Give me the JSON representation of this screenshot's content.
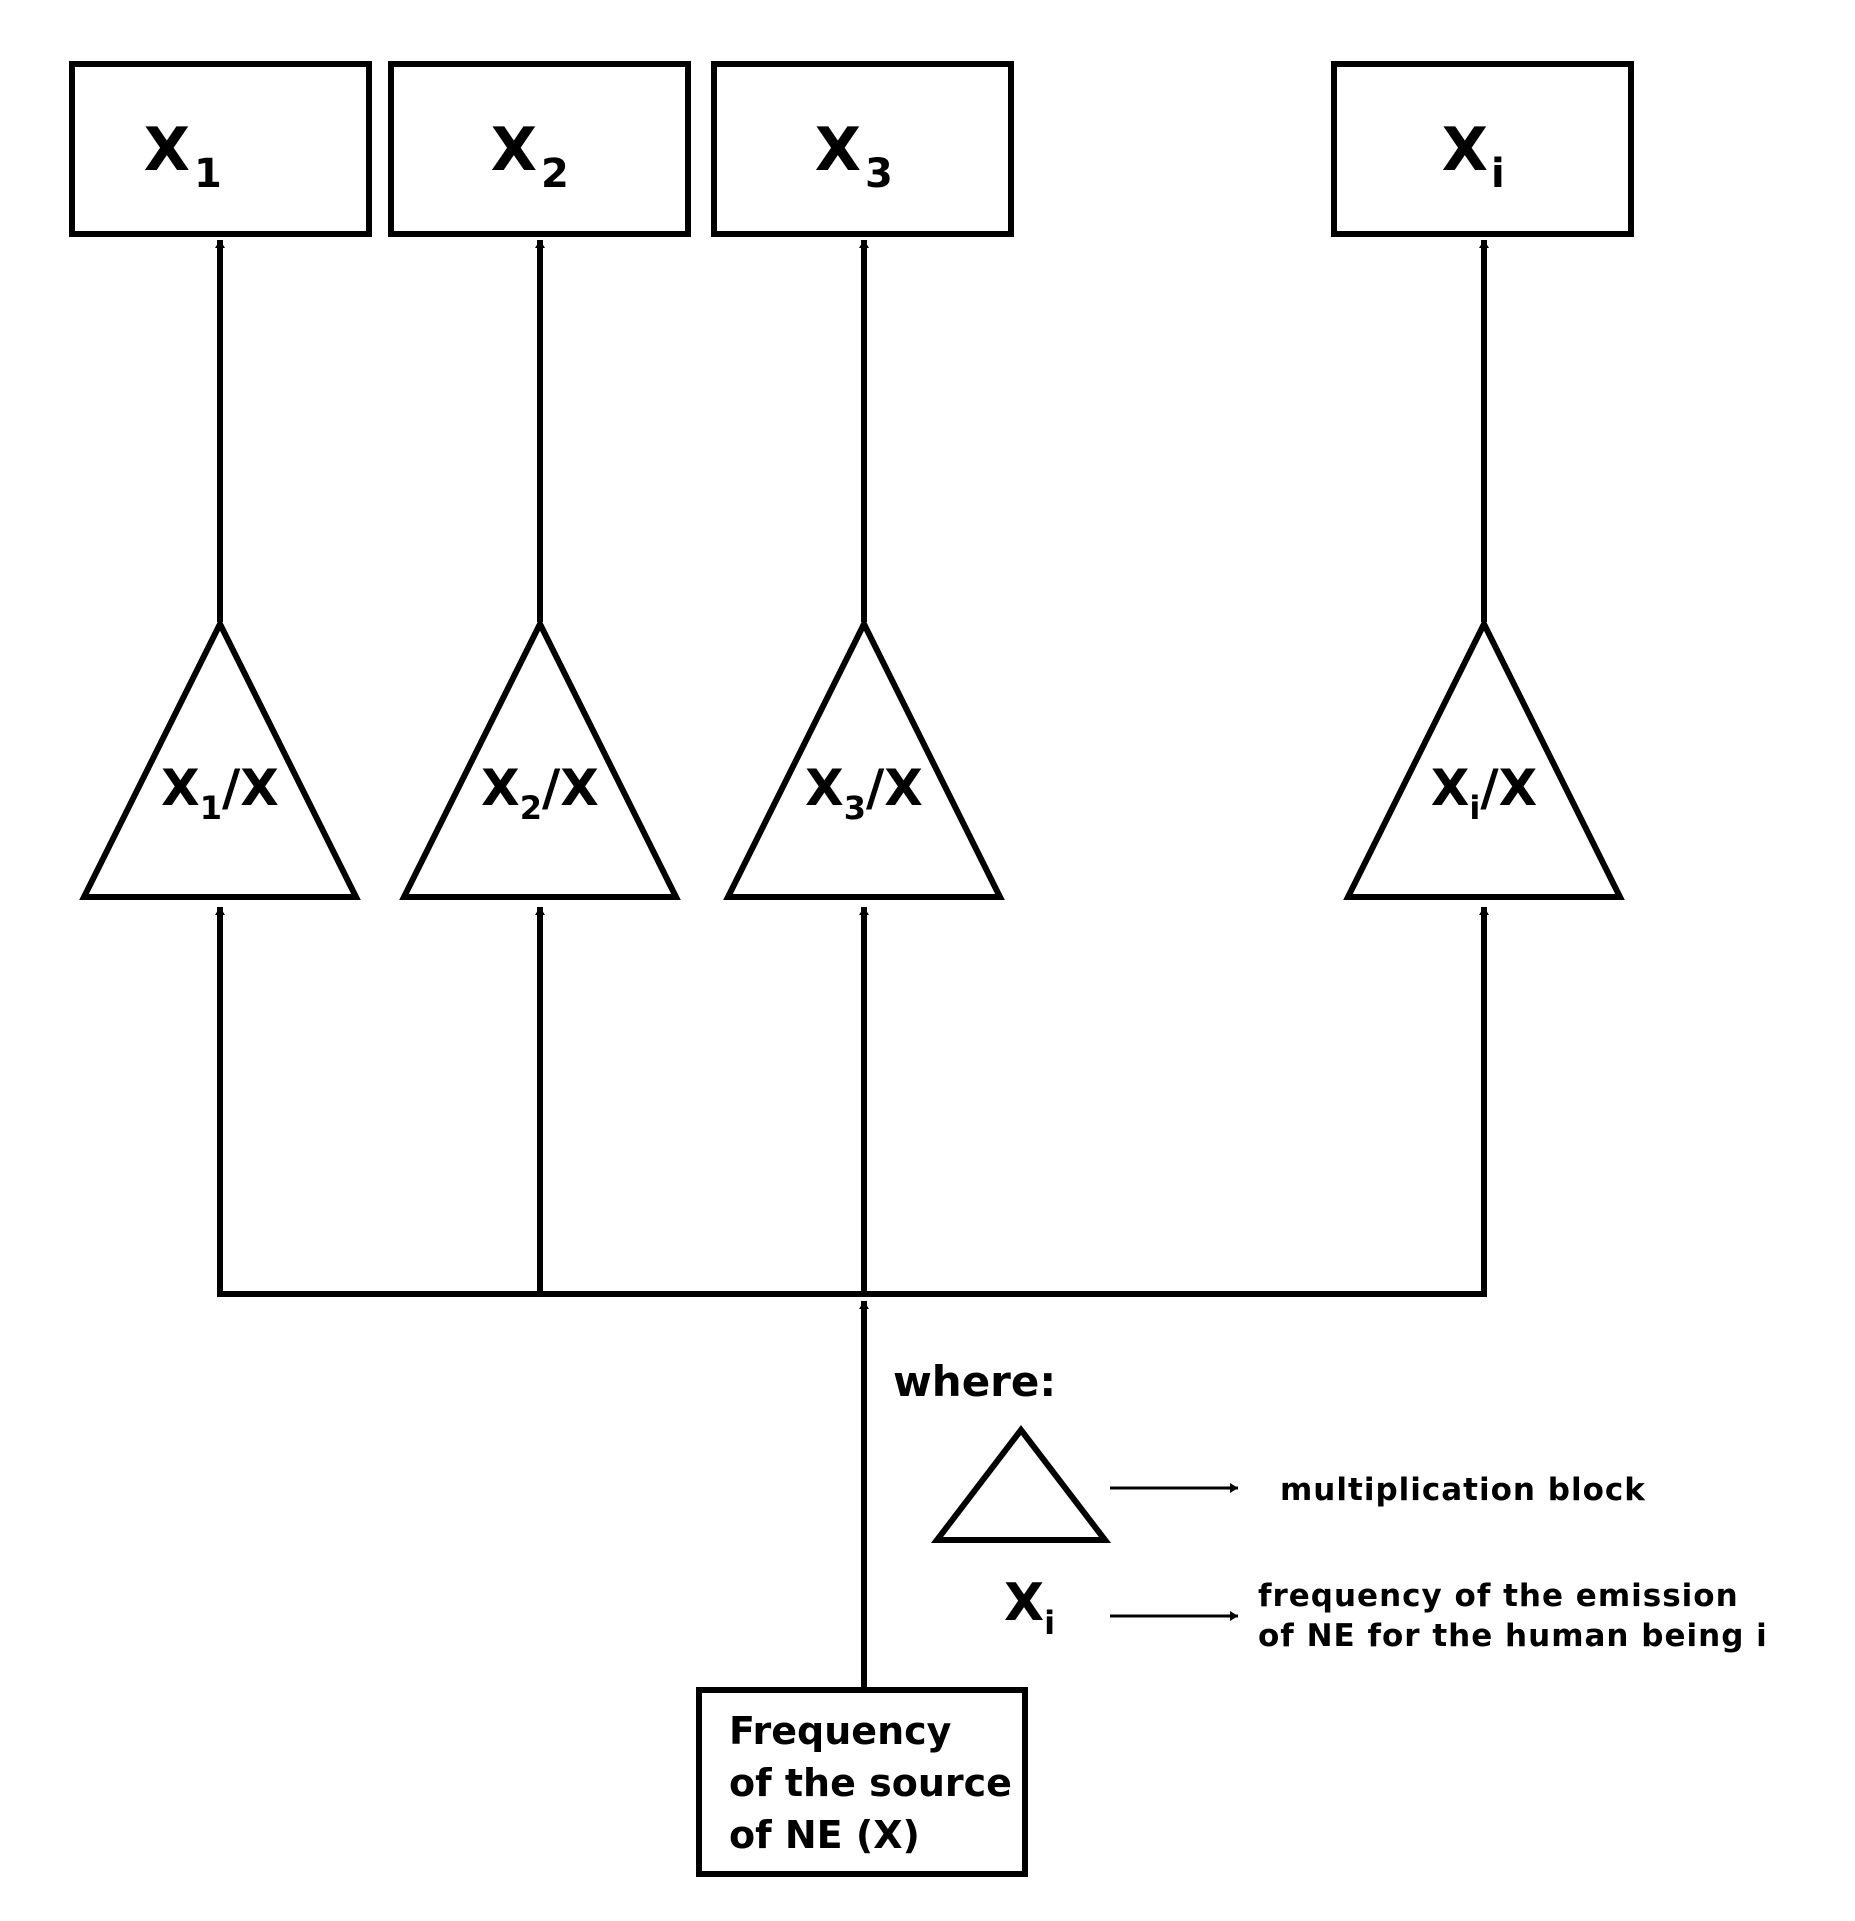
{
  "outputs": [
    {
      "base": "X",
      "sub": "1"
    },
    {
      "base": "X",
      "sub": "2"
    },
    {
      "base": "X",
      "sub": "3"
    },
    {
      "base": "X",
      "sub": "i"
    }
  ],
  "blocks": [
    {
      "base": "X",
      "sub": "1",
      "tail": "/X"
    },
    {
      "base": "X",
      "sub": "2",
      "tail": "/X"
    },
    {
      "base": "X",
      "sub": "3",
      "tail": "/X"
    },
    {
      "base": "X",
      "sub": "i",
      "tail": "/X"
    }
  ],
  "source": {
    "lines": [
      "Frequency",
      "of the source",
      "of NE  (X)"
    ]
  },
  "legend": {
    "heading": "where:",
    "triangle_desc": "multiplication block",
    "symbol": {
      "base": "X",
      "sub": "i"
    },
    "symbol_desc": [
      "frequency of the emission",
      "of NE for the human being i"
    ]
  }
}
